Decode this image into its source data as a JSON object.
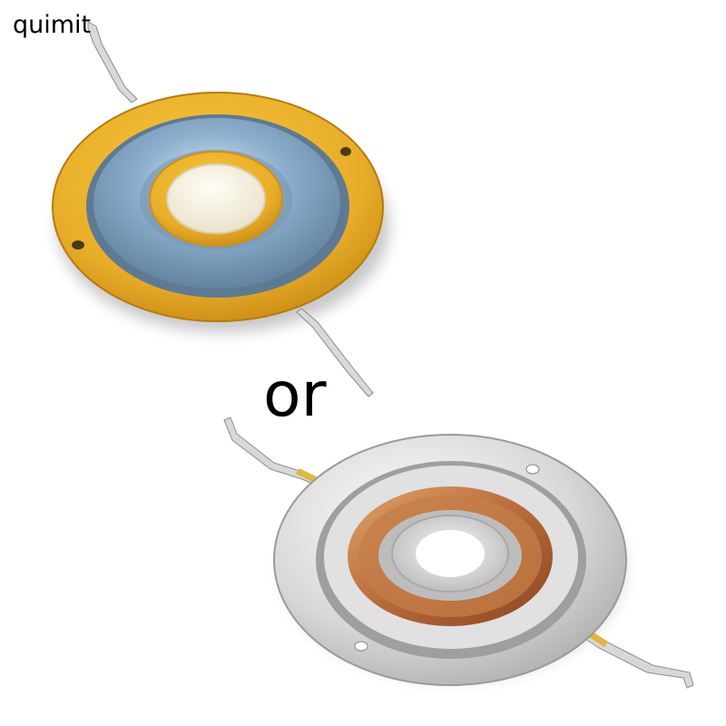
{
  "brand": {
    "text": "quimit"
  },
  "separator": {
    "text": "or"
  },
  "products": [
    {
      "name": "yellow-diaphragm",
      "colors": {
        "rim": "#e8ad2a",
        "dome": "#8aa7c2",
        "inner_ring": "#f0b72e",
        "center": "#f4efdc"
      }
    },
    {
      "name": "silver-diaphragm",
      "colors": {
        "rim": "#d0d0d0",
        "coil": "#b86a3b",
        "lead": "#e0b73f",
        "center": "#f5f5f5"
      }
    }
  ]
}
